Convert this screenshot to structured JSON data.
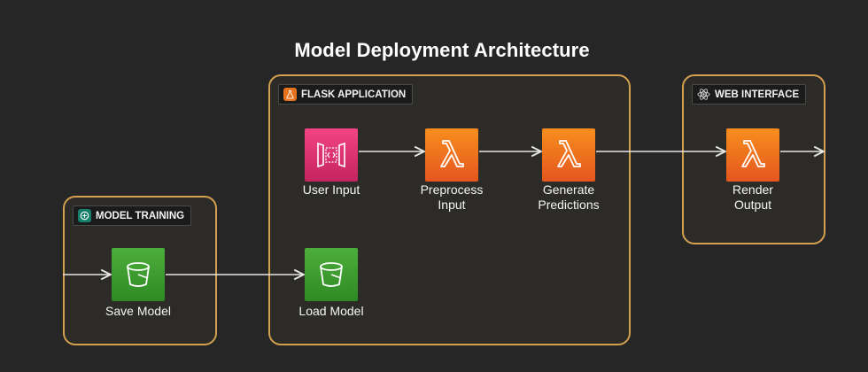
{
  "title": "Model Deployment Architecture",
  "groups": {
    "training": {
      "label": "MODEL TRAINING",
      "icon": "model-training-icon"
    },
    "flask": {
      "label": "FLASK APPLICATION",
      "icon": "flask-icon"
    },
    "web": {
      "label": "WEB INTERFACE",
      "icon": "react-icon"
    }
  },
  "nodes": {
    "save_model": {
      "label": "Save Model",
      "icon": "s3-bucket-icon"
    },
    "load_model": {
      "label": "Load Model",
      "icon": "s3-bucket-icon"
    },
    "user_input": {
      "label": "User Input",
      "icon": "api-gateway-icon"
    },
    "preprocess": {
      "line1": "Preprocess",
      "line2": "Input",
      "icon": "lambda-icon"
    },
    "generate": {
      "line1": "Generate",
      "line2": "Predictions",
      "icon": "lambda-icon"
    },
    "render": {
      "line1": "Render",
      "line2": "Output",
      "icon": "lambda-icon"
    }
  },
  "colors": {
    "background": "#262626",
    "group_border": "#d3a04f",
    "lambda": "#f78e1e",
    "s3": "#3f9e30",
    "api_gateway": "#e2336f",
    "edge": "#e6e6e6"
  }
}
